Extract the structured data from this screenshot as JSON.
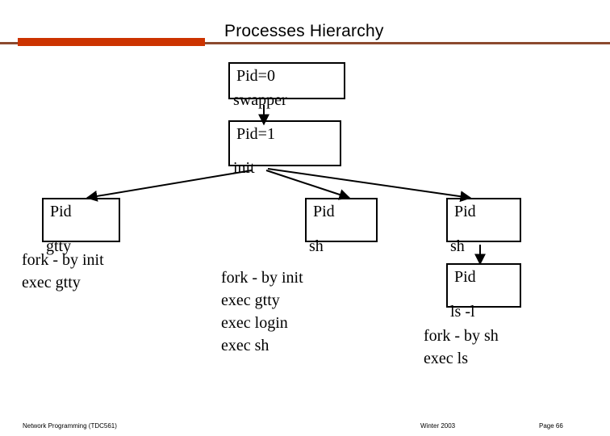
{
  "slide": {
    "title": "Processes Hierarchy",
    "accent_color": "#cc3300",
    "rule_color": "#8c4a2f"
  },
  "diagram": {
    "type": "process-tree",
    "nodes": [
      {
        "id": "swapper",
        "box_label": "Pid=0",
        "caption": "swapper"
      },
      {
        "id": "init",
        "box_label": "Pid=1",
        "caption": "init"
      },
      {
        "id": "gtty",
        "box_label": "Pid",
        "caption": "gtty",
        "note": "fork - by init\nexec gtty"
      },
      {
        "id": "sh-middle",
        "box_label": "Pid",
        "caption": "sh",
        "note": "fork - by init\nexec gtty\nexec login\nexec sh"
      },
      {
        "id": "sh-right",
        "box_label": "Pid",
        "caption": "sh"
      },
      {
        "id": "ls",
        "box_label": "Pid",
        "caption": "ls -l",
        "note": "fork - by sh\nexec ls"
      }
    ],
    "edges": [
      {
        "from": "swapper",
        "to": "init"
      },
      {
        "from": "init",
        "to": "gtty"
      },
      {
        "from": "init",
        "to": "sh-middle"
      },
      {
        "from": "init",
        "to": "sh-right"
      },
      {
        "from": "sh-right",
        "to": "ls"
      }
    ]
  },
  "footer": {
    "left": "Network Programming (TDC561)",
    "middle": "Winter  2003",
    "right": "Page 66"
  }
}
